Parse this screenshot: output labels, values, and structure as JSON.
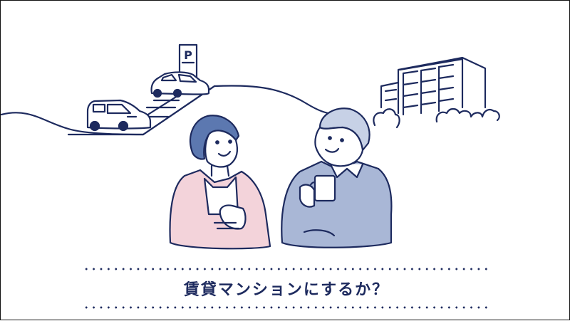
{
  "caption": {
    "text": "賃貸マンションにするか？"
  },
  "scene": {
    "parking_sign": "P",
    "elements": [
      "hill-line",
      "parking-lot",
      "parked-car",
      "van",
      "apartment-building",
      "trees",
      "woman-holding-cup",
      "man-holding-mug"
    ]
  },
  "colors": {
    "line": "#1d2a5e",
    "accent_blue_fill": "#a9b7d6",
    "hair_fill": "#5c78b0",
    "cardigan_pink": "#f3d3da",
    "text": "#1d2a5e",
    "background": "#ffffff"
  }
}
